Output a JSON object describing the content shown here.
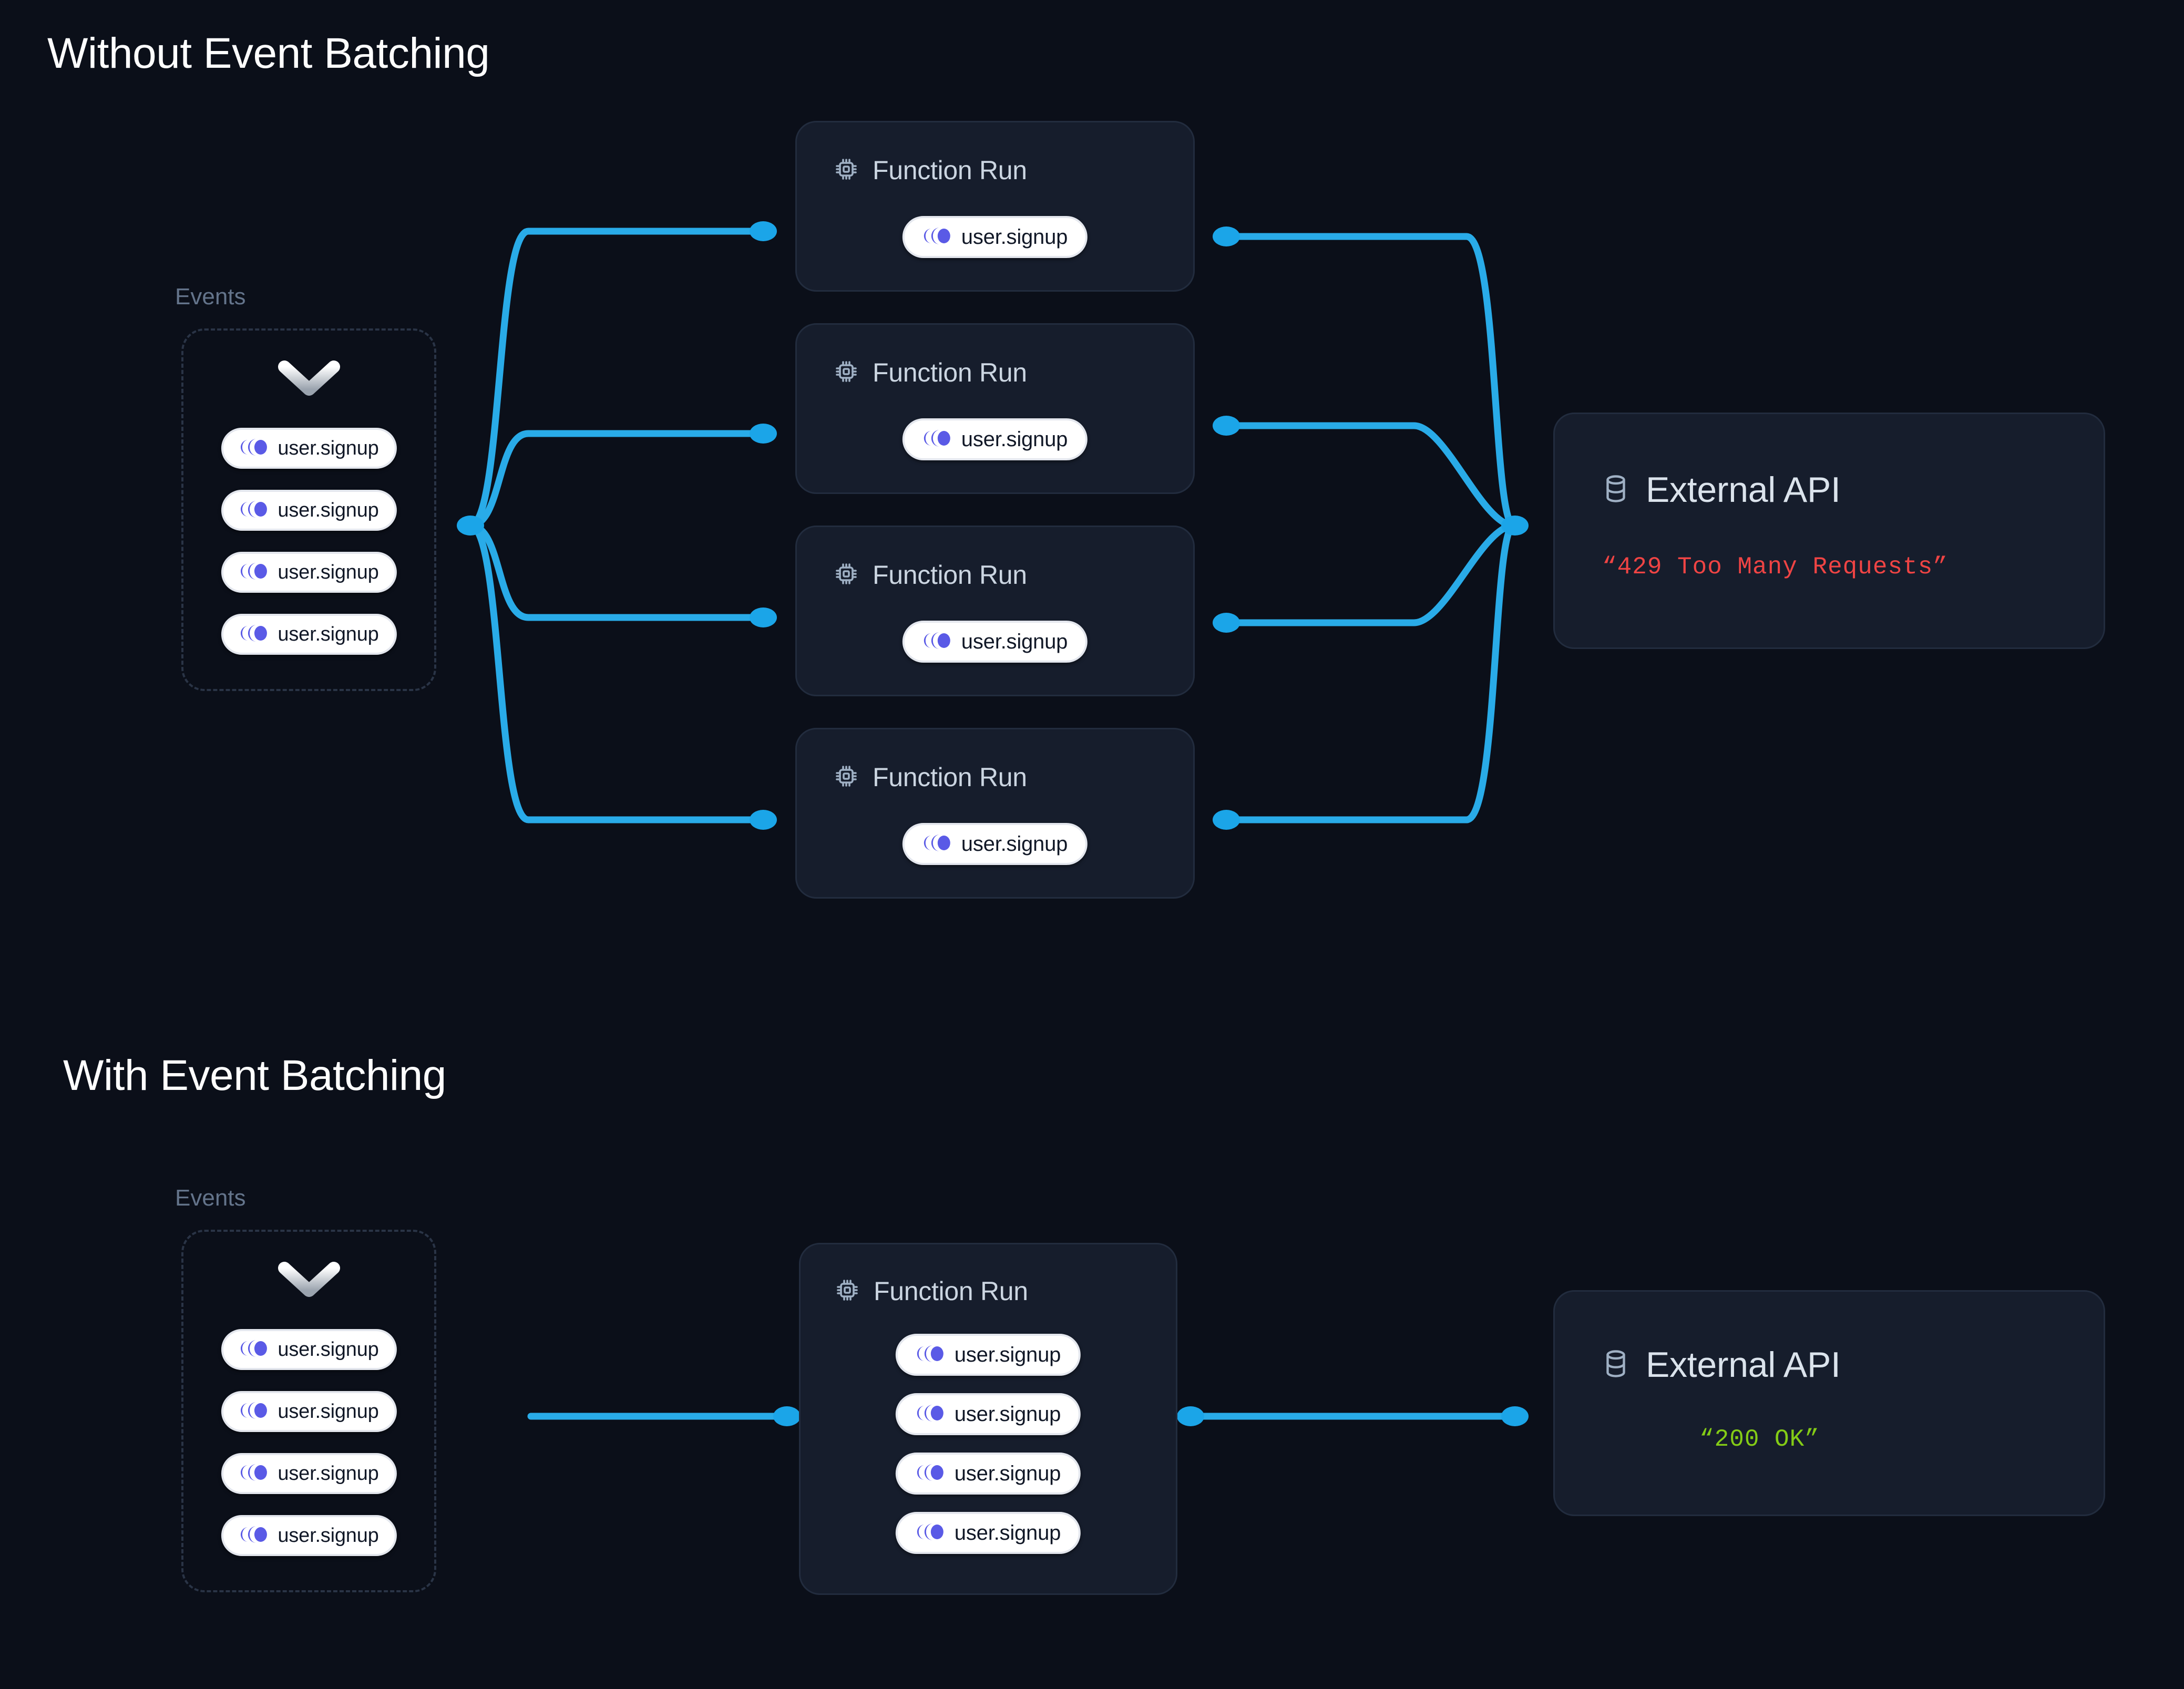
{
  "page": {
    "background": "#0b0f19",
    "edge_color": "#29abe8",
    "card_background": "#161d2c",
    "pill_background": "#ffffff",
    "event_icon_color": "#5a5ae6",
    "error_color": "#ef4444",
    "success_color": "#84cc16",
    "muted_text_color": "#64748b"
  },
  "sections": [
    {
      "title": "Without Event Batching",
      "events_group": {
        "label": "Events",
        "chevron_icon": "chevron-down-icon",
        "events": [
          {
            "name": "user.signup",
            "icon": "event-pulse-icon"
          },
          {
            "name": "user.signup",
            "icon": "event-pulse-icon"
          },
          {
            "name": "user.signup",
            "icon": "event-pulse-icon"
          },
          {
            "name": "user.signup",
            "icon": "event-pulse-icon"
          }
        ]
      },
      "function_runs": [
        {
          "title": "Function Run",
          "icon": "cpu-chip-icon",
          "events": [
            {
              "name": "user.signup"
            }
          ]
        },
        {
          "title": "Function Run",
          "icon": "cpu-chip-icon",
          "events": [
            {
              "name": "user.signup"
            }
          ]
        },
        {
          "title": "Function Run",
          "icon": "cpu-chip-icon",
          "events": [
            {
              "name": "user.signup"
            }
          ]
        },
        {
          "title": "Function Run",
          "icon": "cpu-chip-icon",
          "events": [
            {
              "name": "user.signup"
            }
          ]
        }
      ],
      "api": {
        "title": "External API",
        "icon": "database-icon",
        "status": "“429 Too Many Requests”",
        "status_color": "#ef4444"
      }
    },
    {
      "title": "With Event Batching",
      "events_group": {
        "label": "Events",
        "chevron_icon": "chevron-down-icon",
        "events": [
          {
            "name": "user.signup",
            "icon": "event-pulse-icon"
          },
          {
            "name": "user.signup",
            "icon": "event-pulse-icon"
          },
          {
            "name": "user.signup",
            "icon": "event-pulse-icon"
          },
          {
            "name": "user.signup",
            "icon": "event-pulse-icon"
          }
        ]
      },
      "function_runs": [
        {
          "title": "Function Run",
          "icon": "cpu-chip-icon",
          "events": [
            {
              "name": "user.signup"
            },
            {
              "name": "user.signup"
            },
            {
              "name": "user.signup"
            },
            {
              "name": "user.signup"
            }
          ]
        }
      ],
      "api": {
        "title": "External API",
        "icon": "database-icon",
        "status": "“200 OK”",
        "status_color": "#84cc16"
      }
    }
  ]
}
